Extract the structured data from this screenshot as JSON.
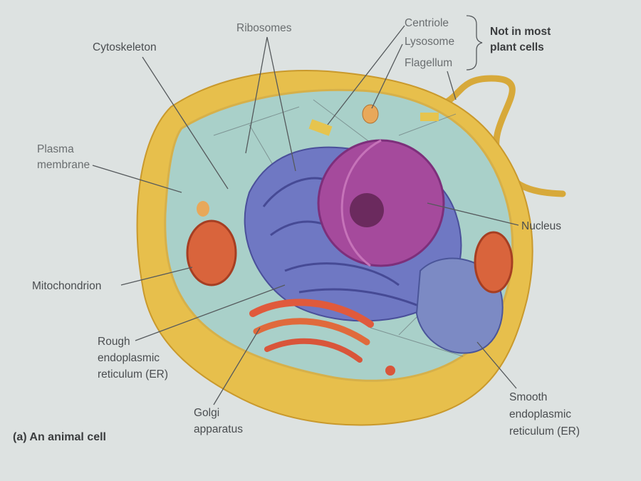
{
  "figure": {
    "caption": "(a) An animal cell",
    "labels": {
      "ribosomes": "Ribosomes",
      "cytoskeleton": "Cytoskeleton",
      "centriole": "Centriole",
      "lysosome": "Lysosome",
      "flagellum": "Flagellum",
      "not_in_plant_line1": "Not in most",
      "not_in_plant_line2": "plant cells",
      "plasma_membrane_line1": "Plasma",
      "plasma_membrane_line2": "membrane",
      "nucleus": "Nucleus",
      "mitochondrion": "Mitochondrion",
      "rough_er_line1": "Rough",
      "rough_er_line2": "endoplasmic",
      "rough_er_line3": "reticulum (ER)",
      "golgi_line1": "Golgi",
      "golgi_line2": "apparatus",
      "smooth_er_line1": "Smooth",
      "smooth_er_line2": "endoplasmic",
      "smooth_er_line3": "reticulum (ER)"
    }
  }
}
